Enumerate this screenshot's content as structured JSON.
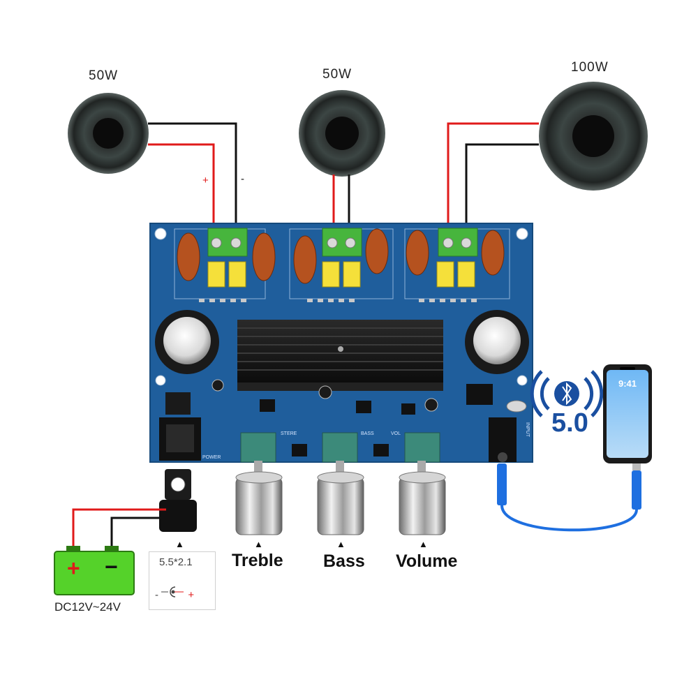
{
  "speakers": {
    "left": {
      "watt": "50W"
    },
    "center": {
      "watt": "50W"
    },
    "right": {
      "watt": "100W"
    }
  },
  "polarity": {
    "plus": "+",
    "minus": "-"
  },
  "controls": {
    "treble": "Treble",
    "bass": "Bass",
    "volume": "Volume",
    "arrow": "▲"
  },
  "board": {
    "power_label": "POWER",
    "stereo_label": "STERE",
    "bass_label": "BASS",
    "vol_label": "VOL",
    "input_label": "INPUT"
  },
  "bluetooth": {
    "version": "5.0"
  },
  "phone": {
    "time": "9:41"
  },
  "dc_jack": {
    "size": "5.5*2.1",
    "polarity_minus": "-",
    "polarity_plus": "+"
  },
  "battery": {
    "plus": "+",
    "minus": "−",
    "voltage": "DC12V~24V"
  },
  "colors": {
    "pcb": "#1f5e9c",
    "wire_red": "#e01a1a",
    "wire_black": "#111111",
    "battery_green": "#55d22a",
    "bluetooth_blue": "#1a4fa0",
    "cable_blue": "#1e6fe0"
  }
}
